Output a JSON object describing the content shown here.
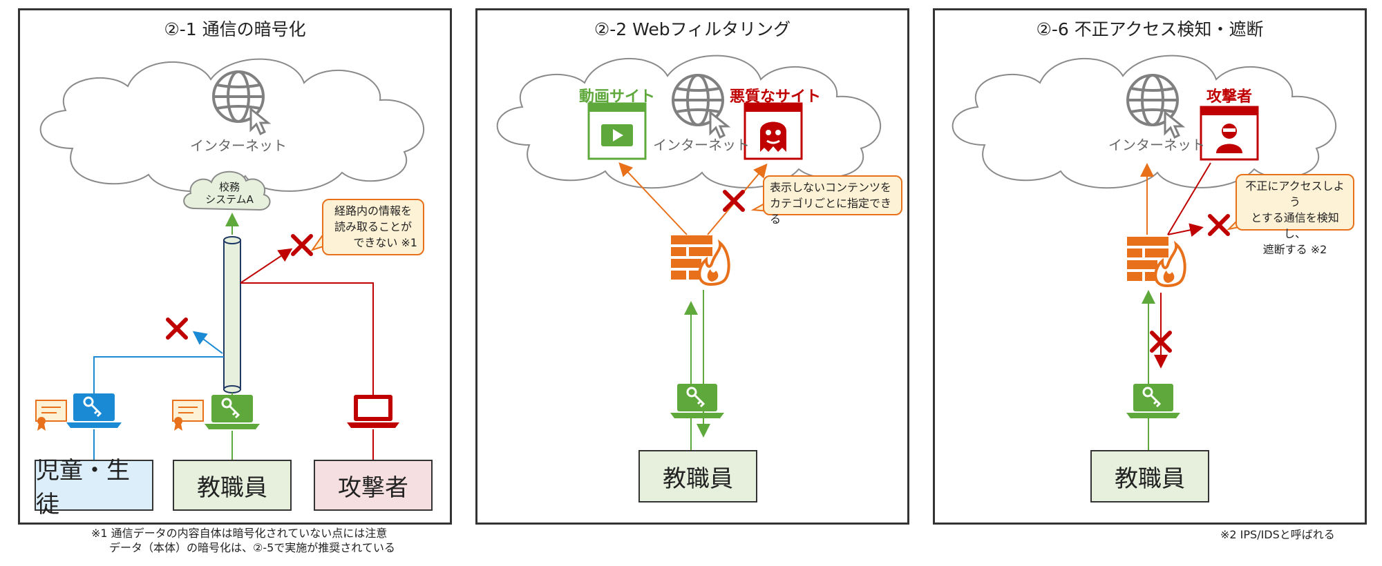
{
  "colors": {
    "green": "#5fa83c",
    "orange": "#e8701a",
    "red": "#c00000",
    "blue": "#1a8ad4",
    "gray": "#808080"
  },
  "panel1": {
    "title": "②-1 通信の暗号化",
    "internet_label": "インターネット",
    "school_system_line1": "校務",
    "school_system_line2": "システムA",
    "callout": [
      "経路内の情報を",
      "読み取ることが",
      "できない ※1"
    ],
    "boxes": {
      "students": "児童・生徒",
      "staff": "教職員",
      "attacker": "攻撃者"
    },
    "footnote": [
      "※1 通信データの内容自体は暗号化されていない点には注意",
      "データ（本体）の暗号化は、②-5で実施が推奨されている"
    ]
  },
  "panel2": {
    "title": "②-2 Webフィルタリング",
    "internet_label": "インターネット",
    "video_site_label": "動画サイト",
    "malicious_site_label": "悪質なサイト",
    "callout": [
      "表示しないコンテンツを",
      "カテゴリごとに指定できる"
    ],
    "staff": "教職員"
  },
  "panel3": {
    "title": "②-6 不正アクセス検知・遮断",
    "internet_label": "インターネット",
    "attacker_label": "攻撃者",
    "callout": [
      "不正にアクセスしよう",
      "とする通信を検知し、",
      "遮断する ※2"
    ],
    "staff": "教職員",
    "footnote": "※2 IPS/IDSと呼ばれる"
  }
}
